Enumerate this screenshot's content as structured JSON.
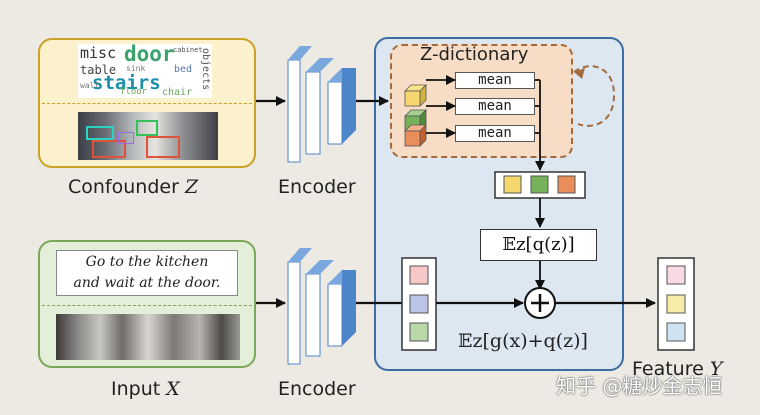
{
  "confounder": {
    "label_text": "Confounder",
    "label_symbol": "Z",
    "wordcloud_words": [
      "misc",
      "door",
      "table",
      "stairs",
      "floor",
      "chair",
      "objects",
      "sink",
      "bed",
      "wall",
      "cabinet"
    ]
  },
  "input": {
    "label_text": "Input",
    "label_symbol": "X",
    "instruction_line1": "Go to the kitchen",
    "instruction_line2": "and wait at the door."
  },
  "encoders": {
    "top_label": "Encoder",
    "bottom_label": "Encoder"
  },
  "zdictionary": {
    "title": "Z-dictionary",
    "means": [
      "mean",
      "mean",
      "mean"
    ]
  },
  "expectation_q": "𝔼z[q(z)]",
  "expectation_sum": "𝔼z[g(x)+q(z)]",
  "plus_symbol": "+",
  "feature": {
    "label_text": "Feature",
    "label_symbol": "Y"
  },
  "watermark": "知乎 @糖炒金志恒",
  "colors": {
    "yellow": "#f5d76e",
    "green": "#76b25a",
    "orange": "#e98d5a",
    "blue_cell": "#b9c4e6",
    "pink_cell": "#f6c8c8",
    "lightyellow_cell": "#f7eba9",
    "lightblue_cell": "#cfe2f2",
    "encoder_face": "#ffffff",
    "encoder_edge": "#4d86c8"
  }
}
